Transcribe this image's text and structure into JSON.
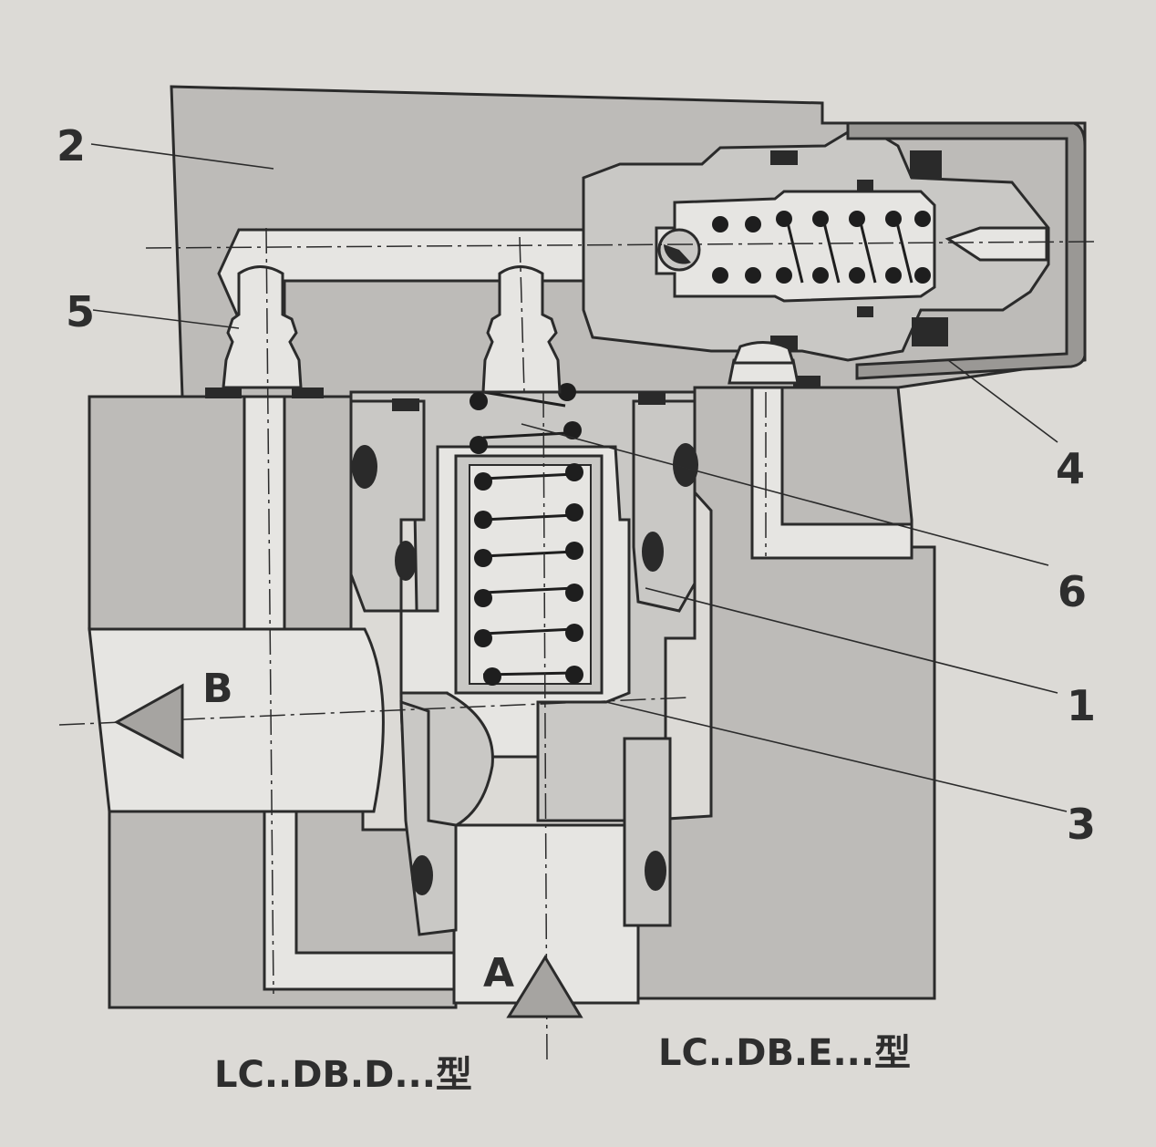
{
  "callouts": [
    "2",
    "5",
    "4",
    "6",
    "1",
    "3"
  ],
  "ports": {
    "b": "B",
    "a": "A"
  },
  "captions": {
    "left": "LC..DB.D...型",
    "right": "LC..DB.E...型"
  }
}
